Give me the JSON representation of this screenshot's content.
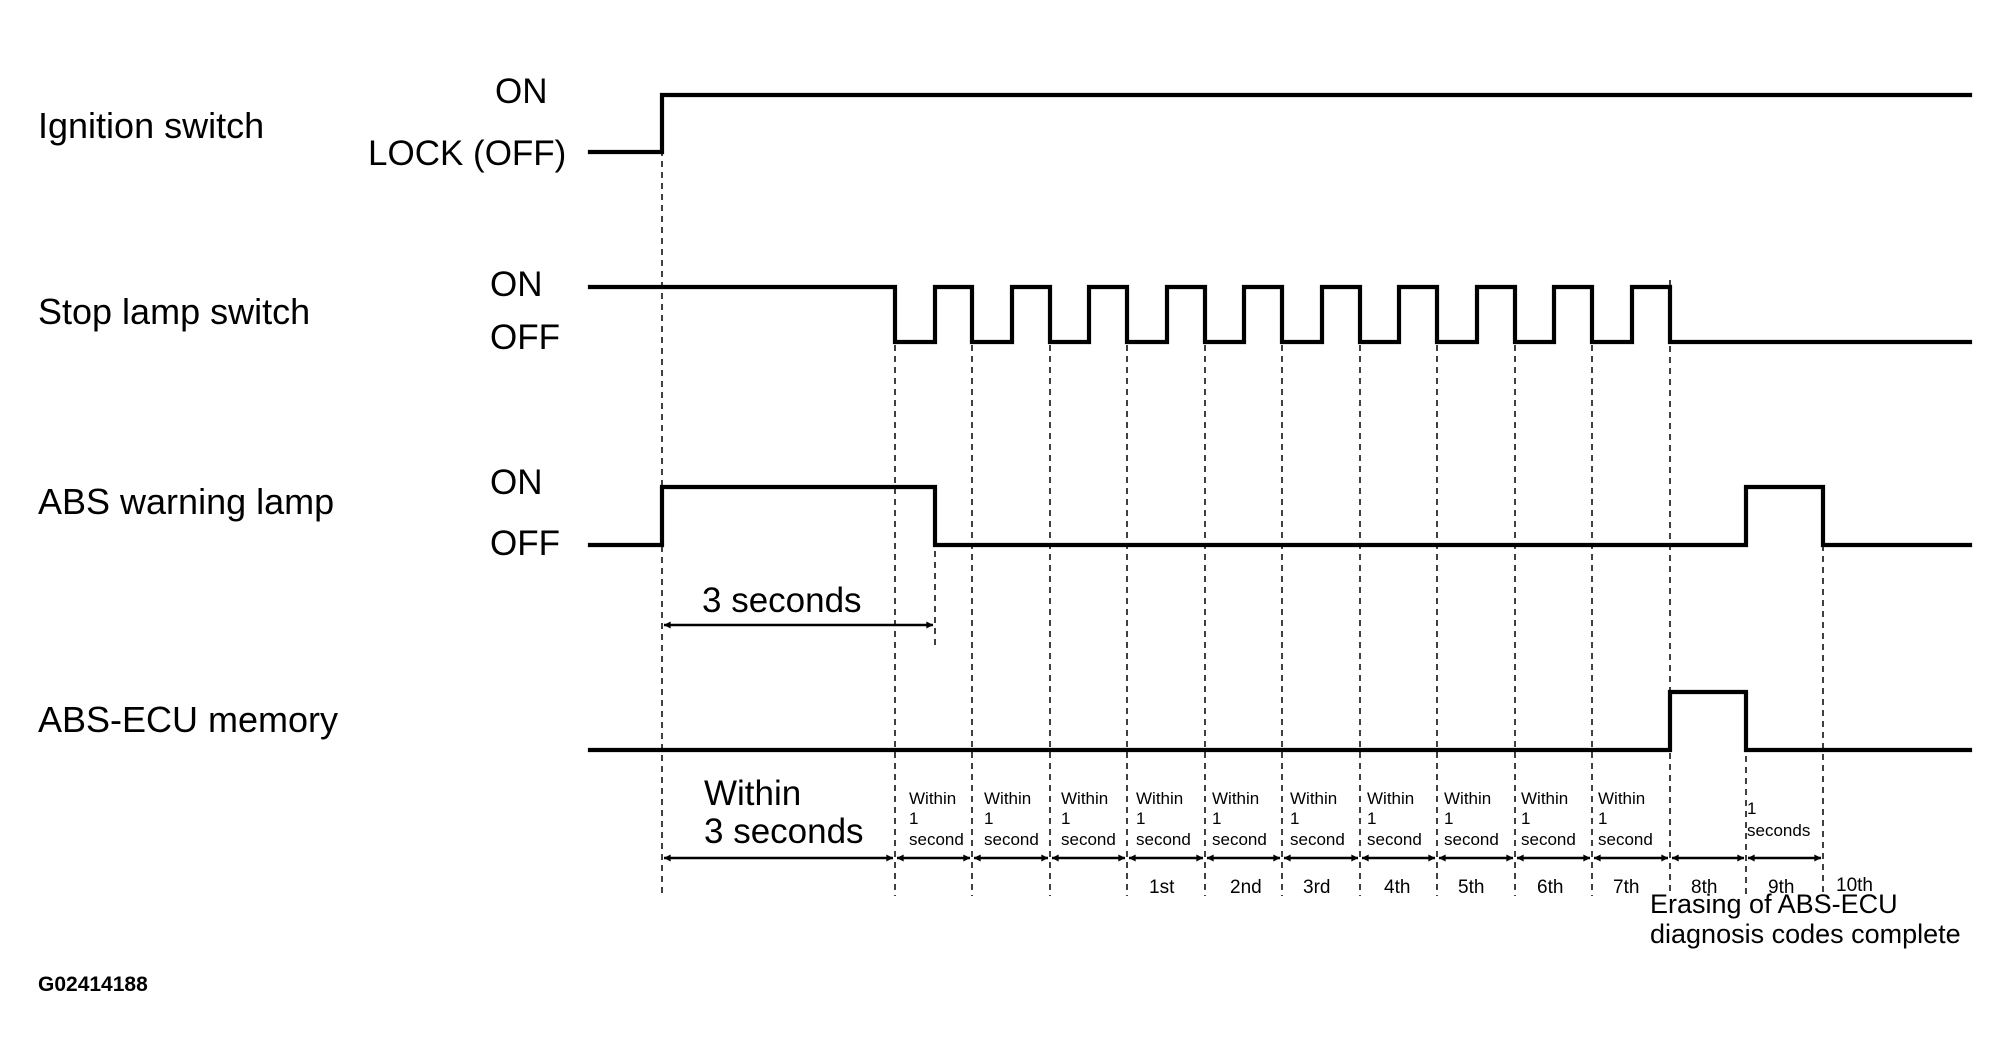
{
  "rows": {
    "ignition": {
      "label": "Ignition switch",
      "state_high": "ON",
      "state_low": "LOCK (OFF)"
    },
    "stop_lamp": {
      "label": "Stop lamp switch",
      "state_high": "ON",
      "state_low": "OFF"
    },
    "abs_lamp": {
      "label": "ABS warning lamp",
      "state_high": "ON",
      "state_low": "OFF"
    },
    "abs_memory": {
      "label": "ABS-ECU memory"
    }
  },
  "timing": {
    "three_seconds": "3 seconds",
    "within_line1": "Within",
    "within_line2": "3 seconds",
    "interval_line1": "Within",
    "interval_line2": "1",
    "interval_line3": "second",
    "final_line1": "1",
    "final_line2": "seconds",
    "ordinals": [
      "1st",
      "2nd",
      "3rd",
      "4th",
      "5th",
      "6th",
      "7th",
      "8th",
      "9th",
      "10th"
    ],
    "erasing_line1": "Erasing of ABS-ECU",
    "erasing_line2": "diagnosis codes complete"
  },
  "figure_code": "G02414188"
}
